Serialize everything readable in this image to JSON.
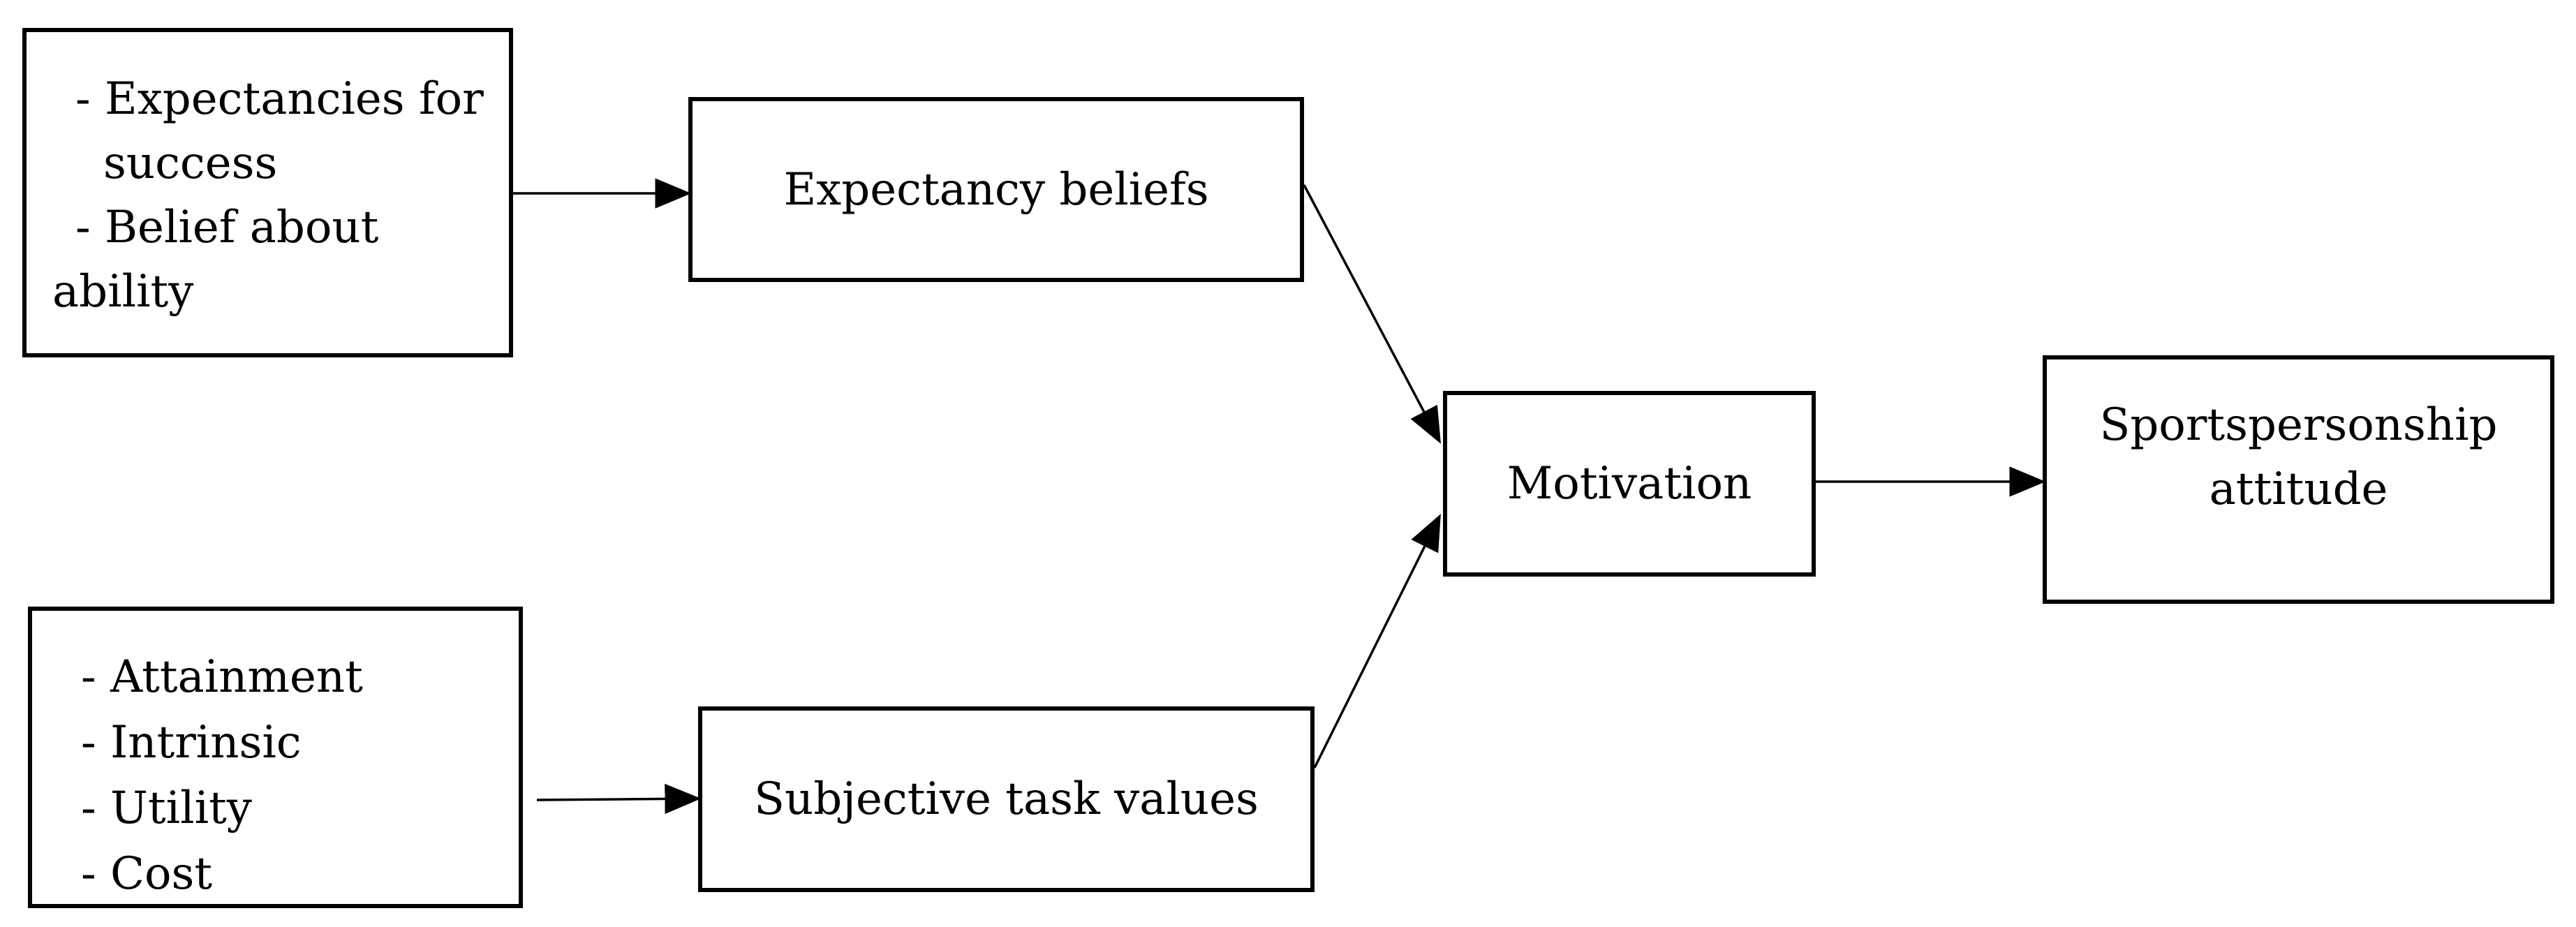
{
  "nodes": {
    "expectancy_items": {
      "lines": [
        "- Expectancies for",
        "success",
        "- Belief about",
        "ability"
      ]
    },
    "expectancy_beliefs": {
      "label": "Expectancy beliefs"
    },
    "value_items": {
      "lines": [
        "- Attainment",
        "- Intrinsic",
        "- Utility",
        "- Cost"
      ]
    },
    "subjective_task_values": {
      "label": "Subjective task values"
    },
    "motivation": {
      "label": "Motivation"
    },
    "sportspersonship_attitude": {
      "lines": [
        "Sportspersonship",
        "attitude"
      ]
    }
  },
  "edges": [
    {
      "from": "expectancy_items",
      "to": "expectancy_beliefs"
    },
    {
      "from": "expectancy_beliefs",
      "to": "motivation"
    },
    {
      "from": "value_items",
      "to": "subjective_task_values"
    },
    {
      "from": "subjective_task_values",
      "to": "motivation"
    },
    {
      "from": "motivation",
      "to": "sportspersonship_attitude"
    }
  ],
  "colors": {
    "stroke": "#000000",
    "fill": "#ffffff"
  }
}
